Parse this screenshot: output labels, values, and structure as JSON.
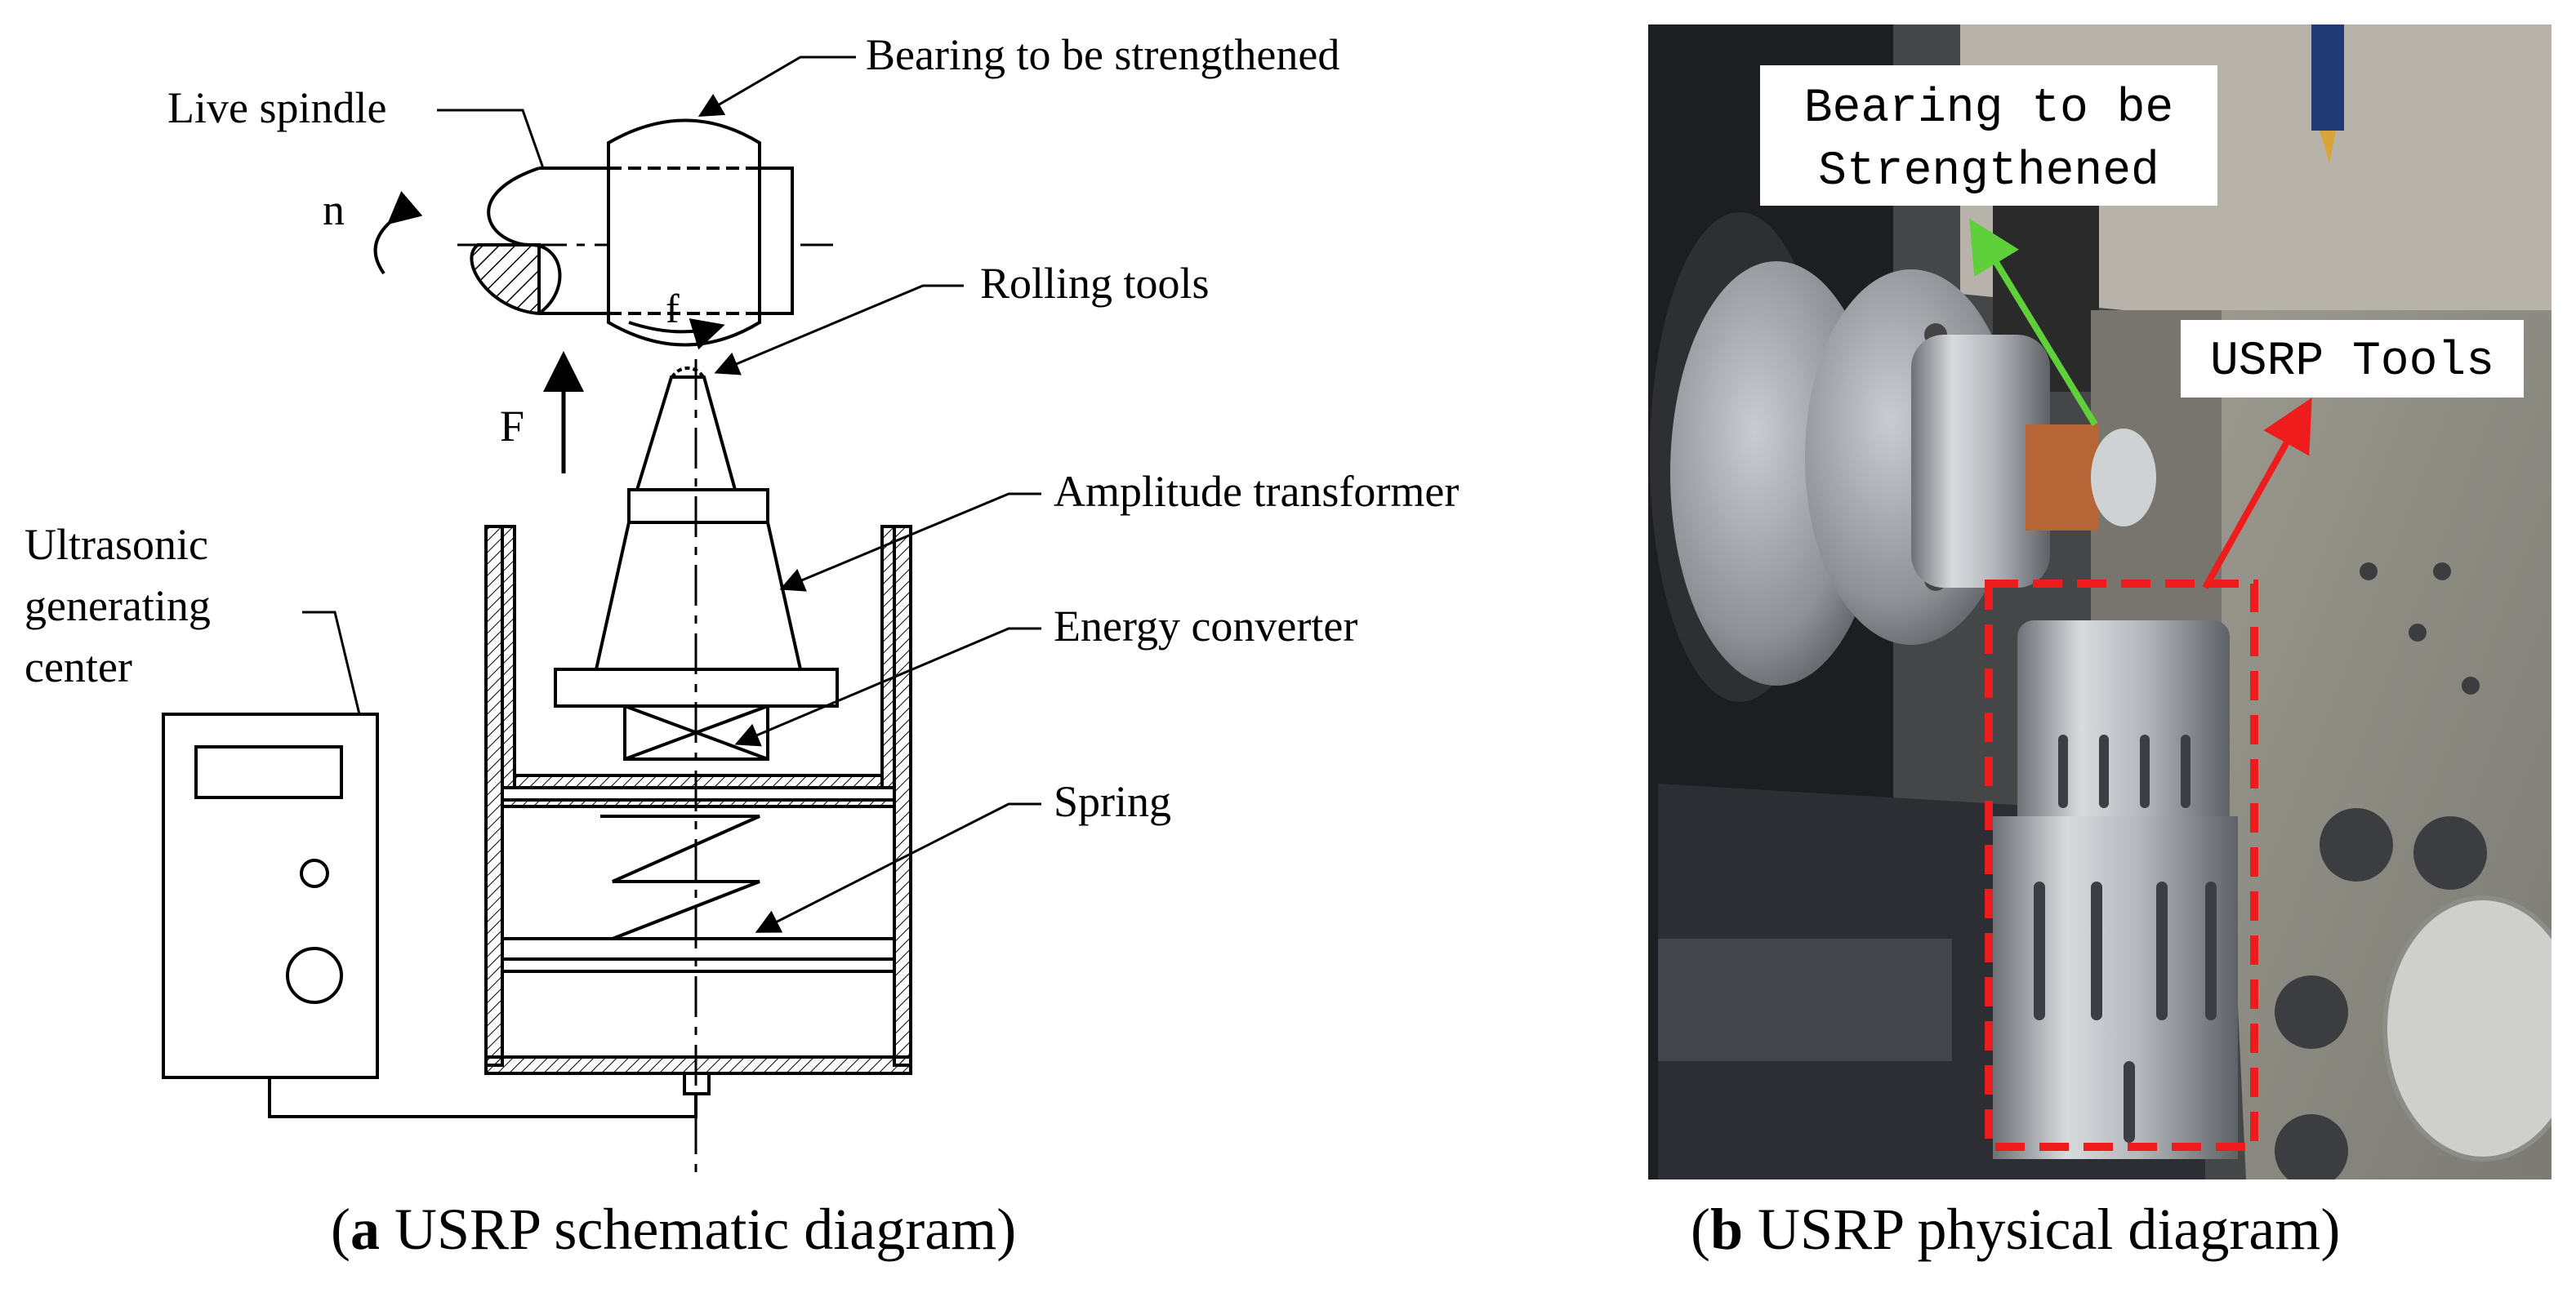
{
  "panel_a": {
    "labels": {
      "live_spindle": "Live spindle",
      "bearing": "Bearing to be strengthened",
      "rolling_tools": "Rolling tools",
      "amplitude_transformer": "Amplitude transformer",
      "energy_converter": "Energy converter",
      "spring": "Spring",
      "ultrasonic_line1": "Ultrasonic",
      "ultrasonic_line2": "generating",
      "ultrasonic_line3": "center",
      "n_symbol": "n",
      "f_symbol": "f",
      "force_symbol": "F"
    },
    "caption": {
      "letter": "a",
      "text": " USRP schematic diagram"
    }
  },
  "panel_b": {
    "labels": {
      "bearing_line1": "Bearing to be",
      "bearing_line2": "Strengthened",
      "usrp_tools": "USRP Tools"
    },
    "caption": {
      "letter": "b",
      "text": " USRP physical diagram"
    },
    "colors": {
      "green_arrow": "#5fcf3a",
      "red_annotation": "#ee1c1c"
    }
  }
}
